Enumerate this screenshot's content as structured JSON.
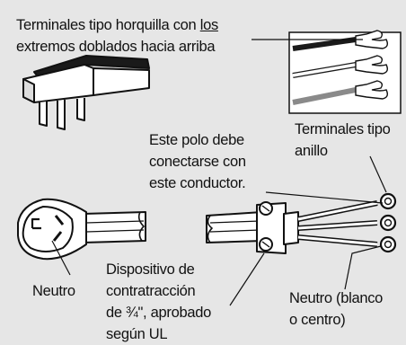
{
  "labels": {
    "fork_terminals_line1_a": "Terminales tipo horquilla con ",
    "fork_terminals_line1_b": "los",
    "fork_terminals_line2": "extremos doblados hacia arriba",
    "ring_terminals_line1": "Terminales tipo",
    "ring_terminals_line2": "anillo",
    "pole_line1": "Este polo debe",
    "pole_line2": "conectarse con",
    "pole_line3": "este conductor.",
    "neutral_left": "Neutro",
    "strain_relief_line1": "Dispositivo de",
    "strain_relief_line2": "contratracción",
    "strain_relief_line3": "de ¾\", aprobado",
    "strain_relief_line4": "según UL",
    "neutral_right_line1": "Neutro (blanco",
    "neutral_right_line2": "o centro)"
  },
  "colors": {
    "background": "#e6e6e6",
    "line": "#111111",
    "wire_dark": "#1a1a1a",
    "wire_gray": "#8a8a8a"
  }
}
